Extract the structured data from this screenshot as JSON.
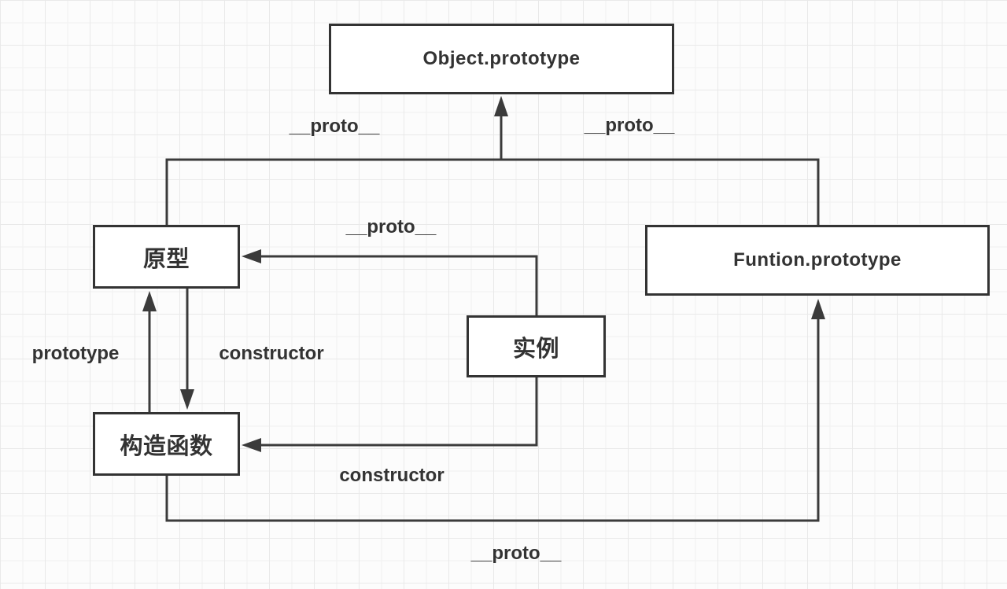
{
  "diagram": {
    "nodes": {
      "object_prototype": {
        "label": "Object.prototype"
      },
      "prototype_box": {
        "label": "原型"
      },
      "funtion_prototype": {
        "label": "Funtion.prototype"
      },
      "instance_box": {
        "label": "实例"
      },
      "constructor_box": {
        "label": "构造函数"
      }
    },
    "edge_labels": {
      "proto_top_left": "__proto__",
      "proto_top_right": "__proto__",
      "proto_instance": "__proto__",
      "prototype": "prototype",
      "constructor_inner": "constructor",
      "constructor_bottom": "constructor",
      "proto_bottom": "__proto__"
    },
    "colors": {
      "stroke": "#3b3b3b",
      "text": "#333333",
      "node_fill": "#ffffff",
      "node_border": "#333333",
      "background": "#fcfcfc",
      "grid_line": "#ededed"
    }
  }
}
